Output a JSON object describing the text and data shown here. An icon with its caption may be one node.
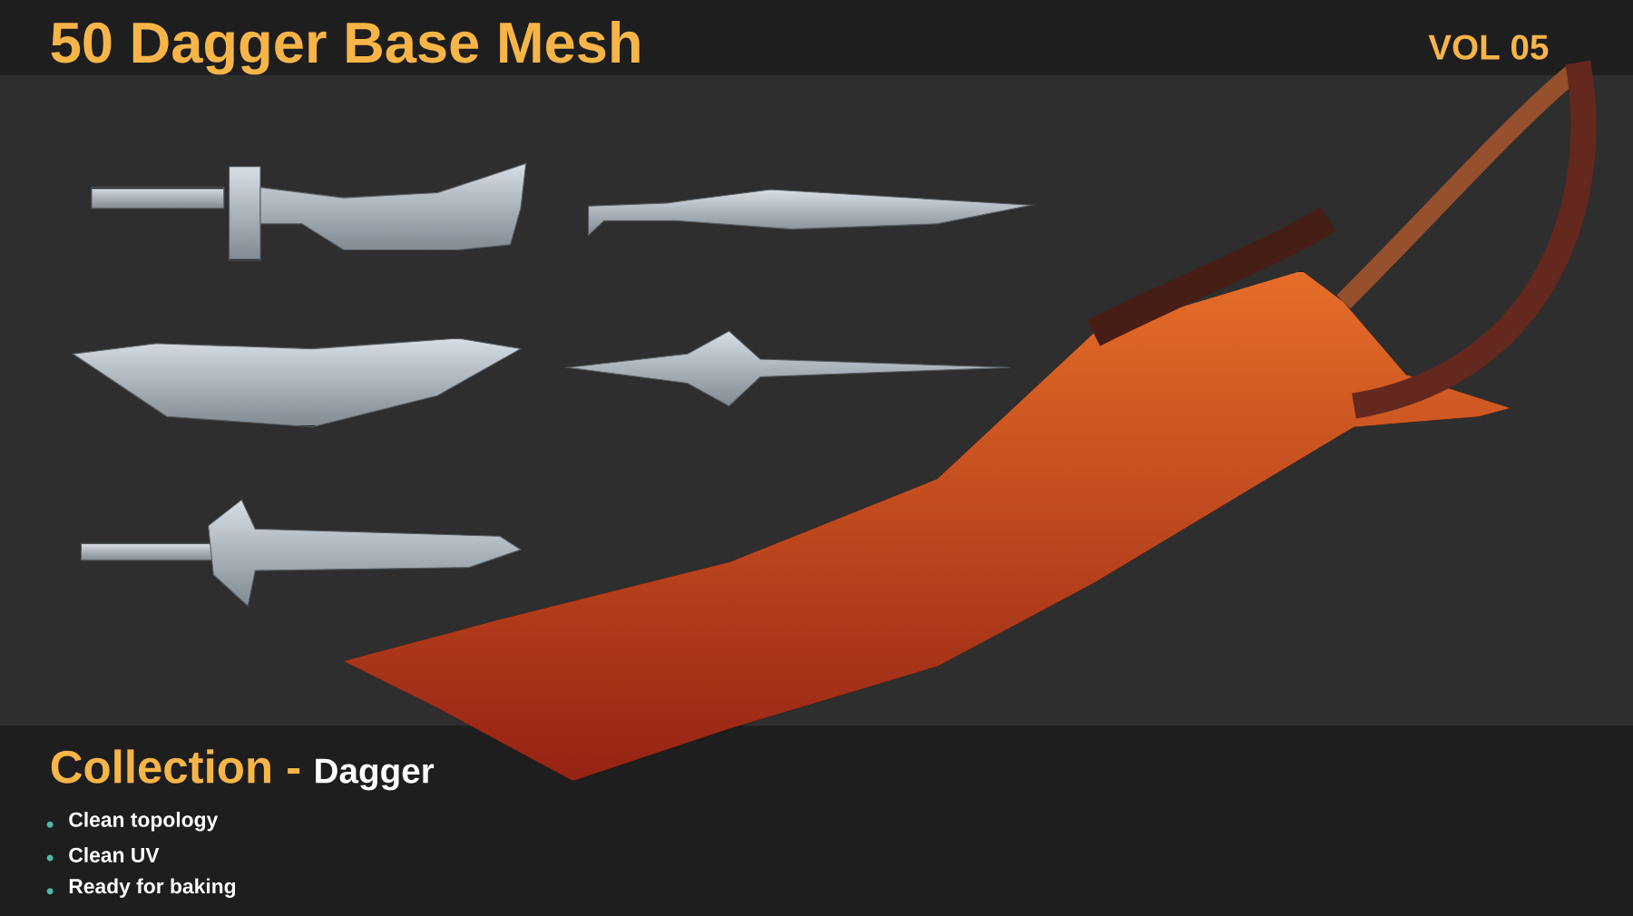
{
  "diagram": {
    "title": "50 Dagger Base Mesh",
    "labels": [
      "VOL 05",
      "Collection -",
      "Dagger",
      "Clean topology",
      "Clean UV",
      "Ready for baking"
    ]
  }
}
